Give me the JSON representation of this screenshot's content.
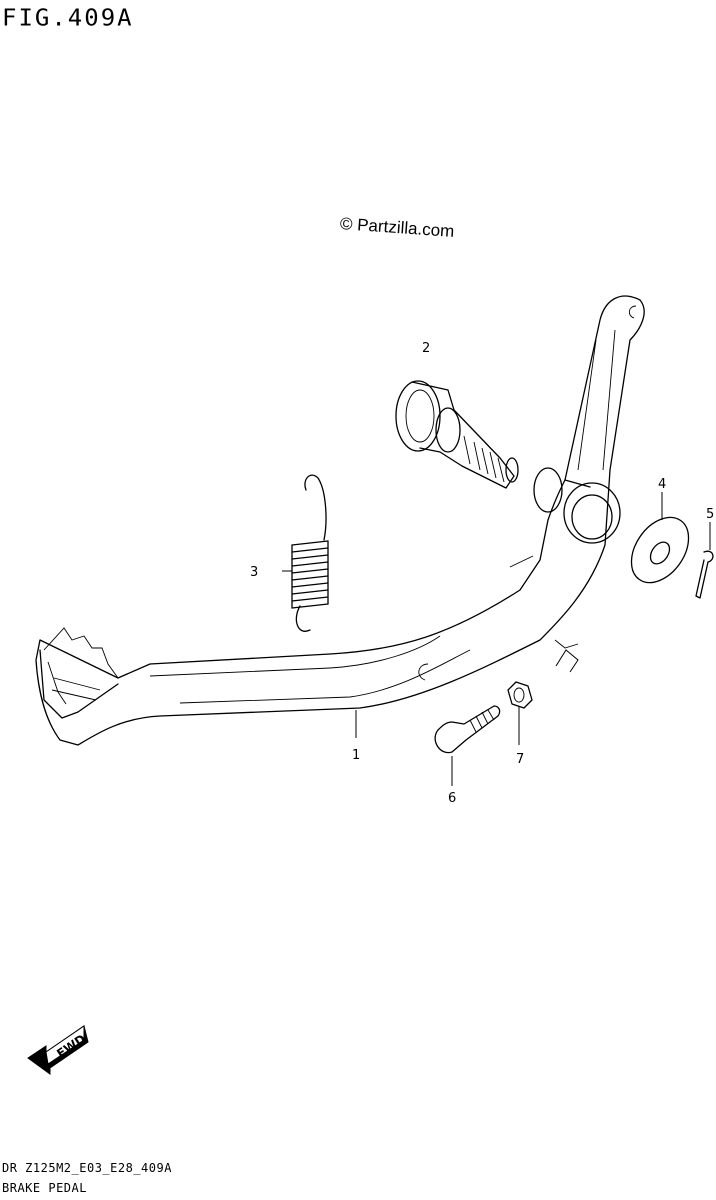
{
  "figure": {
    "title": "FIG.409A",
    "watermark": "© Partzilla.com"
  },
  "callouts": [
    {
      "id": "1",
      "label": "1",
      "part": "brake-pedal"
    },
    {
      "id": "2",
      "label": "2",
      "part": "pivot-shaft"
    },
    {
      "id": "3",
      "label": "3",
      "part": "return-spring"
    },
    {
      "id": "4",
      "label": "4",
      "part": "washer"
    },
    {
      "id": "5",
      "label": "5",
      "part": "cotter-pin"
    },
    {
      "id": "6",
      "label": "6",
      "part": "adjuster-bolt"
    },
    {
      "id": "7",
      "label": "7",
      "part": "nut"
    }
  ],
  "fwd_badge": {
    "text": "FWD",
    "icon": "forward-arrow-icon"
  },
  "footer": {
    "code": "DR Z125M2_E03_E28_409A",
    "name": "BRAKE PEDAL"
  }
}
